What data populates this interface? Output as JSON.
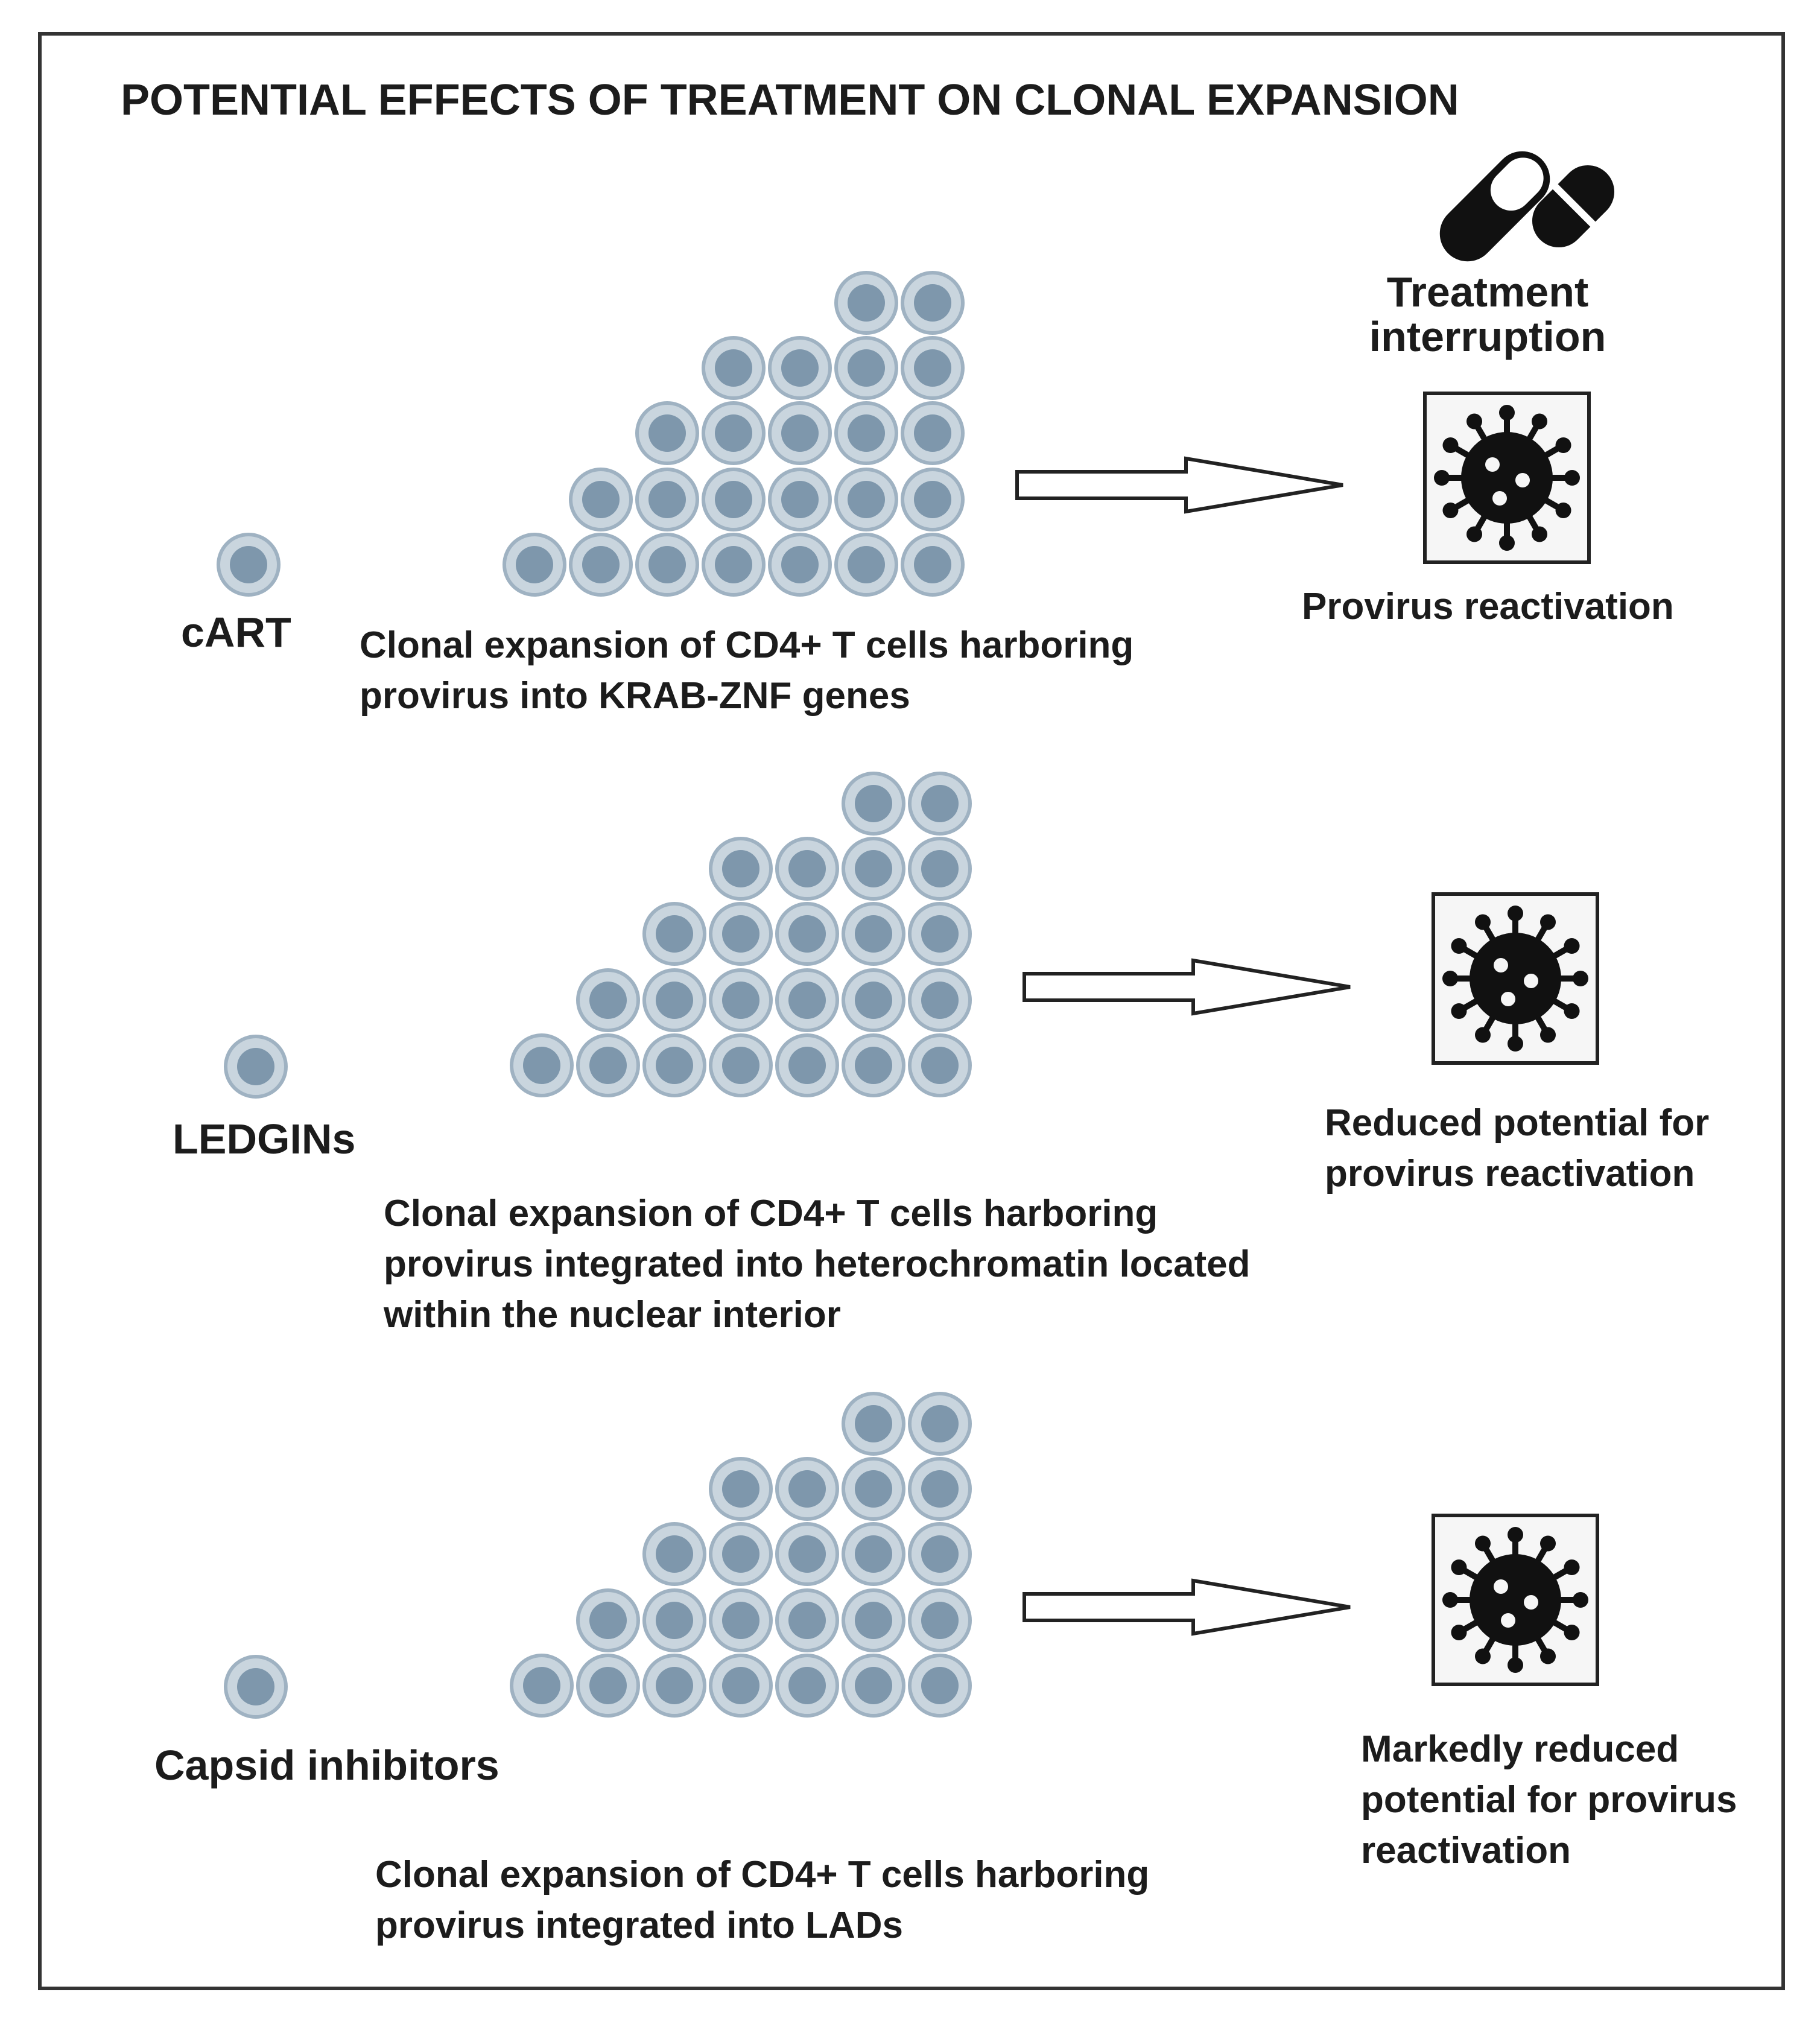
{
  "title": "POTENTIAL EFFECTS OF TREATMENT ON CLONAL EXPANSION",
  "treatment_interruption": {
    "icon": "pill-capsules-icon",
    "line1": "Treatment",
    "line2": "interruption"
  },
  "rows": [
    {
      "treatment": "cART",
      "expansion_lines": [
        "Clonal expansion of CD4+ T cells harboring",
        "provirus into KRAB-ZNF genes"
      ],
      "outcome_lines": [
        "Provirus reactivation"
      ],
      "icon": "virus-icon"
    },
    {
      "treatment": "LEDGINs",
      "expansion_lines": [
        "Clonal expansion of CD4+ T cells harboring",
        "provirus integrated into heterochromatin located",
        "within the nuclear interior"
      ],
      "outcome_lines": [
        "Reduced potential for",
        "provirus reactivation"
      ],
      "icon": "virus-icon"
    },
    {
      "treatment": "Capsid inhibitors",
      "expansion_lines": [
        "Clonal expansion of CD4+ T cells harboring",
        "provirus integrated into LADs"
      ],
      "outcome_lines": [
        "Markedly reduced",
        "potential for provirus",
        "reactivation"
      ],
      "icon": "virus-icon"
    }
  ],
  "colors": {
    "cell_outer": "#c9d5de",
    "cell_ring": "#9fb2c2",
    "cell_nucleus": "#7e97ac",
    "virus": "#111111",
    "frame": "#333333"
  }
}
